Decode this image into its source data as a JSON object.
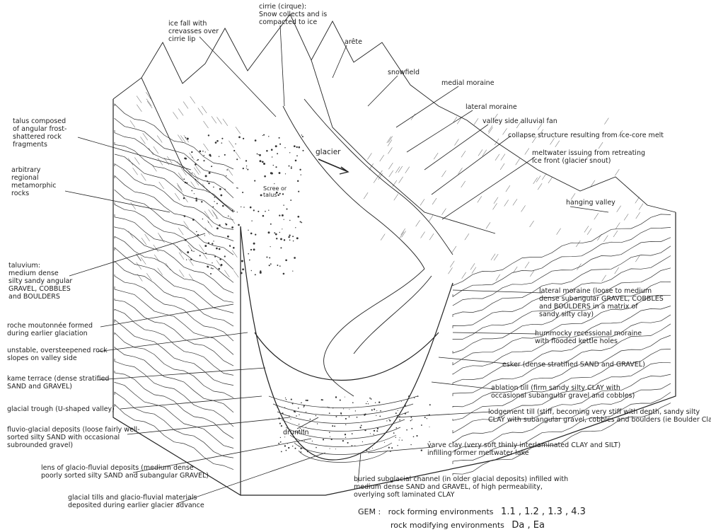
{
  "labels": {
    "cirque": [
      "cirrie (cirque):",
      "Snow collects and is",
      "compacted to ice"
    ],
    "icefall": [
      "ice fall with",
      "crevasses over",
      "cirrie lip"
    ],
    "arete": [
      "arête"
    ],
    "snowfield": [
      "snowfield"
    ],
    "medial": [
      "medial moraine"
    ],
    "lateral_top": [
      "lateral moraine"
    ],
    "alluvial_fan": [
      "valley side alluvial fan"
    ],
    "collapse": [
      "collapse structure resulting from ice-core melt"
    ],
    "meltwater": [
      "meltwater issuing from retreating",
      "ice front (glacier snout)"
    ],
    "hanging": [
      "hanging valley"
    ],
    "talus": [
      "talus composed",
      "of angular frost-",
      "shattered rock",
      "fragments"
    ],
    "metamorphic": [
      "arbitrary",
      "regional",
      "metamorphic",
      "rocks"
    ],
    "taluvium": [
      "taluvium:",
      "medium dense",
      "silty sandy angular",
      "GRAVEL, COBBLES",
      "and BOULDERS"
    ],
    "roche": [
      "roche moutonnée formed",
      "during earlier glaciation"
    ],
    "unstable": [
      "unstable, oversteepened rock",
      "slopes on valley side"
    ],
    "kame": [
      "kame terrace (dense stratified",
      "SAND and GRAVEL)"
    ],
    "trough": [
      "glacial trough (U-shaped valley)"
    ],
    "fluvio": [
      "fluvio-glacial deposits (loose fairly well-",
      "sorted silty SAND with occasional",
      "subrounded gravel)"
    ],
    "lens": [
      "lens of glacio-fluvial deposits (medium dense",
      "poorly sorted silty SAND and subangular GRAVEL)"
    ],
    "tills": [
      "glacial tills and glacio-fluvial materials",
      "deposited during earlier glacier advance"
    ],
    "drumlin": [
      "drumlin"
    ],
    "lateral_bottom": [
      "lateral moraine (loose to medium",
      "dense subangular GRAVEL, COBBLES",
      "and BOULDERS in a matrix of",
      "sandy silty clay)"
    ],
    "hummocky": [
      "hummocky recessional moraine",
      "with flooded kettle holes"
    ],
    "esker": [
      "esker (dense stratified SAND and GRAVEL)"
    ],
    "ablation": [
      "ablation till (firm sandy silty CLAY with",
      "occasional subangular gravel and cobbles)"
    ],
    "lodgement": [
      "lodgement till (stiff, becoming very stiff with depth, sandy silty",
      "CLAY with subangular gravel, cobbles and boulders (ie Boulder Clay))"
    ],
    "varve": [
      "varve clay (very soft thinly interlaminated CLAY and SILT)",
      "infilling former meltwater lake"
    ],
    "buried": [
      "buried subglacial channel (in older glacial deposits) infilled with",
      "medium dense SAND and GRAVEL, of high permeability,",
      "overlying soft laminated CLAY"
    ],
    "glacier": [
      "glacier"
    ],
    "scree": [
      "Scree or",
      "talus"
    ]
  },
  "gem": {
    "prefix": "GEM :",
    "line1_label": "rock forming environments",
    "line1_value": "1.1 , 1.2 , 1.3 , 4.3",
    "line2_label": "rock modifying environments",
    "line2_value": "Da , Ea"
  }
}
